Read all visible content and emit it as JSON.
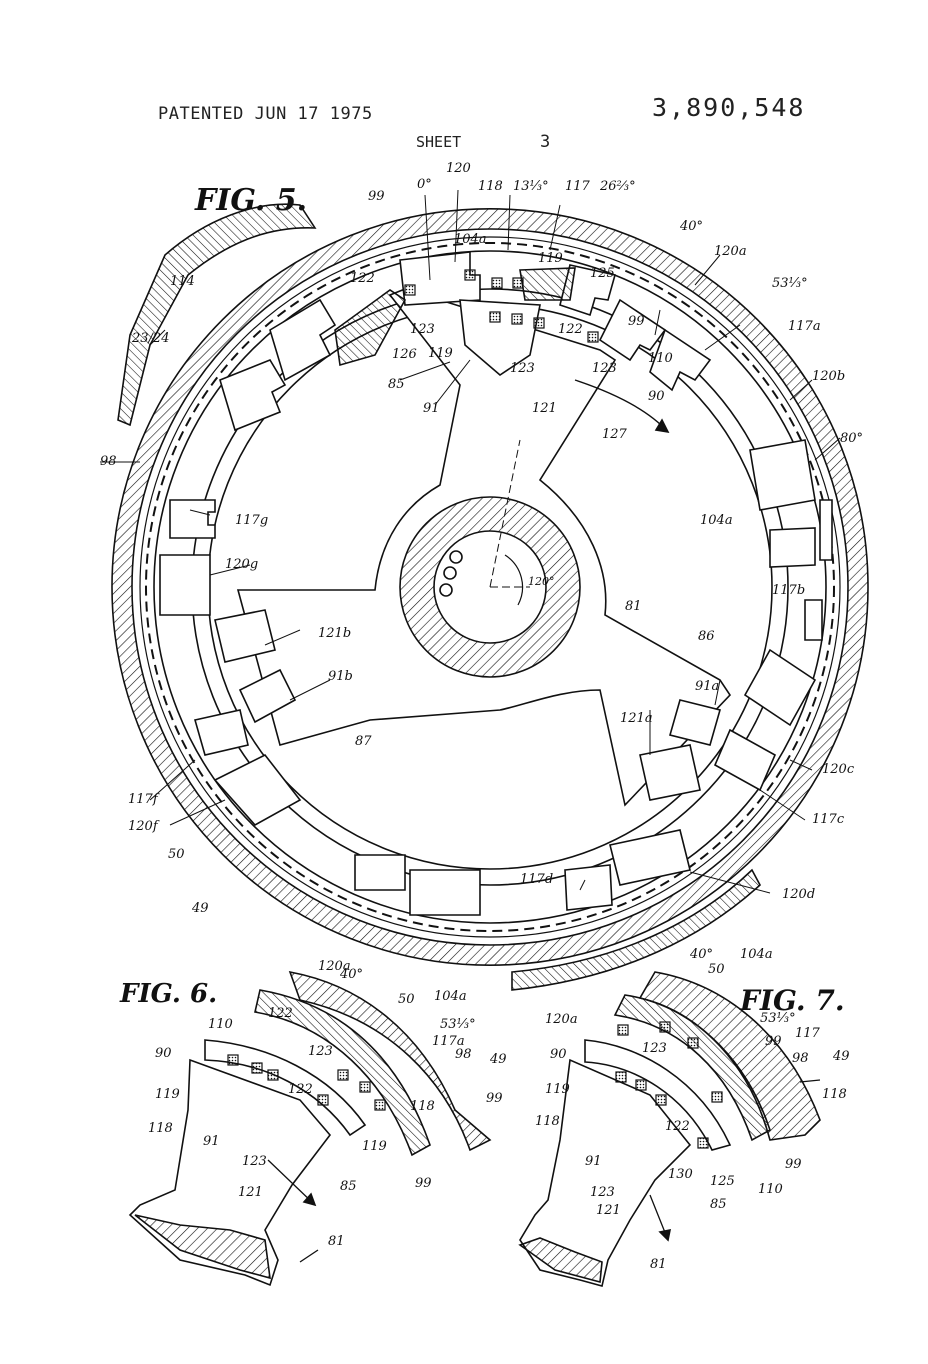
{
  "header": {
    "patented": "PATENTED JUN 17 1975",
    "patent_number": "3,890,548",
    "sheet_label": "SHEET",
    "sheet_number": "3"
  },
  "fig5": {
    "title": "FIG. 5.",
    "labels": {
      "l0deg": "0°",
      "l120": "120",
      "l118": "118",
      "l13": "13⅓°",
      "l117": "117",
      "l26": "26⅔°",
      "l99": "99",
      "l114": "114",
      "l2324": "23/24",
      "l104a": "104a",
      "l119": "119",
      "l40": "40°",
      "l120a": "120a",
      "l53": "53⅓°",
      "l122": "122",
      "l125": "125",
      "l99b": "99",
      "l117a": "117a",
      "l123": "123",
      "l122b": "122",
      "l126": "126",
      "l119b": "119",
      "l123b": "123",
      "l123c": "123",
      "l110": "110",
      "l85": "85",
      "l90": "90",
      "l91": "91",
      "l121": "121",
      "l127": "127",
      "l120b": "120b",
      "l80": "80°",
      "l98": "98",
      "l104a2": "104a",
      "l117g": "117g",
      "l120g": "120g",
      "l117b": "117b",
      "l120deg": "120°",
      "l81": "81",
      "l86": "86",
      "l121b": "121b",
      "l91b": "91b",
      "l91a": "91a",
      "l121a": "121a",
      "l87": "87",
      "l117f": "117f",
      "l120f": "120f",
      "l120c": "120c",
      "l117c": "117c",
      "l50": "50",
      "l117d": "117d",
      "l120d": "120d",
      "l49": "49"
    }
  },
  "fig6": {
    "title": "FIG. 6.",
    "labels": {
      "l120a": "120a",
      "l40": "40°",
      "l50": "50",
      "l104a": "104a",
      "l122": "122",
      "l110": "110",
      "l53": "53⅓°",
      "l123": "123",
      "l117a": "117a",
      "l90": "90",
      "l98": "98",
      "l49": "49",
      "l119": "119",
      "l122b": "122",
      "l118": "118",
      "l118b": "118",
      "l99": "99",
      "l91": "91",
      "l123b": "123",
      "l119b": "119",
      "l121": "121",
      "l85": "85",
      "l99b": "99",
      "l81": "81"
    }
  },
  "fig7": {
    "title": "FIG. 7.",
    "labels": {
      "l40": "40°",
      "l104a": "104a",
      "l50": "50",
      "l120a": "120a",
      "l53": "53⅓°",
      "l117": "117",
      "l99": "99",
      "l90": "90",
      "l123": "123",
      "l98": "98",
      "l49": "49",
      "l119": "119",
      "l118": "118",
      "l118b": "118",
      "l91": "91",
      "l122": "122",
      "l123b": "123",
      "l130": "130",
      "l125": "125",
      "l110": "110",
      "l99b": "99",
      "l121": "121",
      "l85": "85",
      "l81": "81"
    }
  }
}
